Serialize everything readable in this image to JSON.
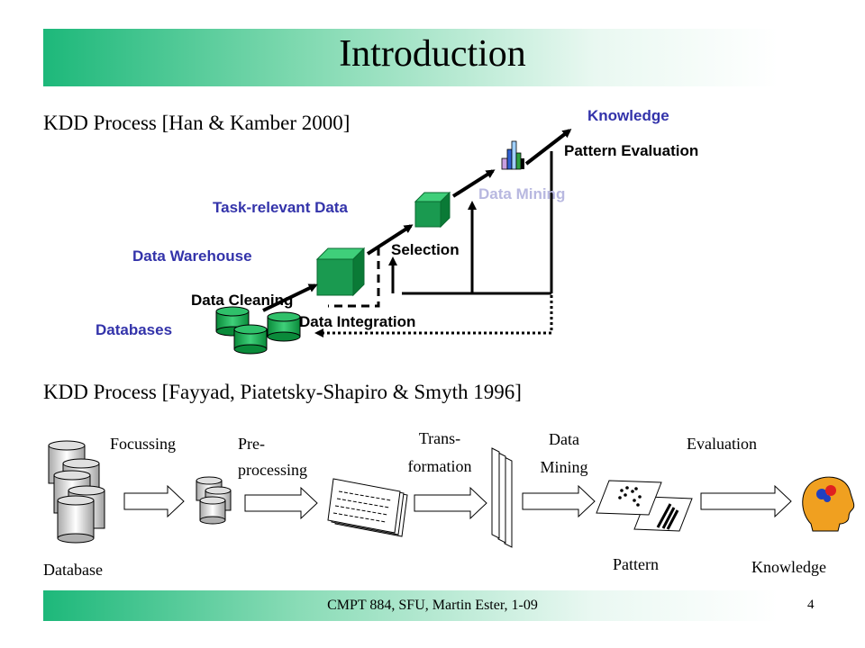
{
  "slide": {
    "title": "Introduction",
    "footer": "CMPT 884, SFU, Martin Ester, 1-09",
    "page_number": "4"
  },
  "han_kamber": {
    "heading": "KDD Process  [Han & Kamber 2000]",
    "labels": {
      "knowledge": "Knowledge",
      "pattern_evaluation": "Pattern Evaluation",
      "data_mining": "Data Mining",
      "task_relevant_data": "Task-relevant Data",
      "selection": "Selection",
      "data_warehouse": "Data Warehouse",
      "data_cleaning": "Data Cleaning",
      "data_integration": "Data Integration",
      "databases": "Databases"
    },
    "colors": {
      "blue_label": "#3333aa",
      "faded_label": "#b8b8e0",
      "cube": "#1a9a50"
    }
  },
  "fayyad": {
    "heading": "KDD Process [Fayyad, Piatetsky-Shapiro & Smyth 1996]",
    "labels": {
      "focussing": "Focussing",
      "preprocessing_1": "Pre-",
      "preprocessing_2": "processing",
      "transformation_1": "Trans-",
      "transformation_2": "formation",
      "data_mining_1": "Data",
      "data_mining_2": "Mining",
      "evaluation": "Evaluation",
      "database": "Database",
      "pattern": "Pattern",
      "knowledge": "Knowledge"
    },
    "colors": {
      "head": "#f0a020",
      "brain_red": "#e02020",
      "brain_blue": "#2040c0"
    }
  }
}
